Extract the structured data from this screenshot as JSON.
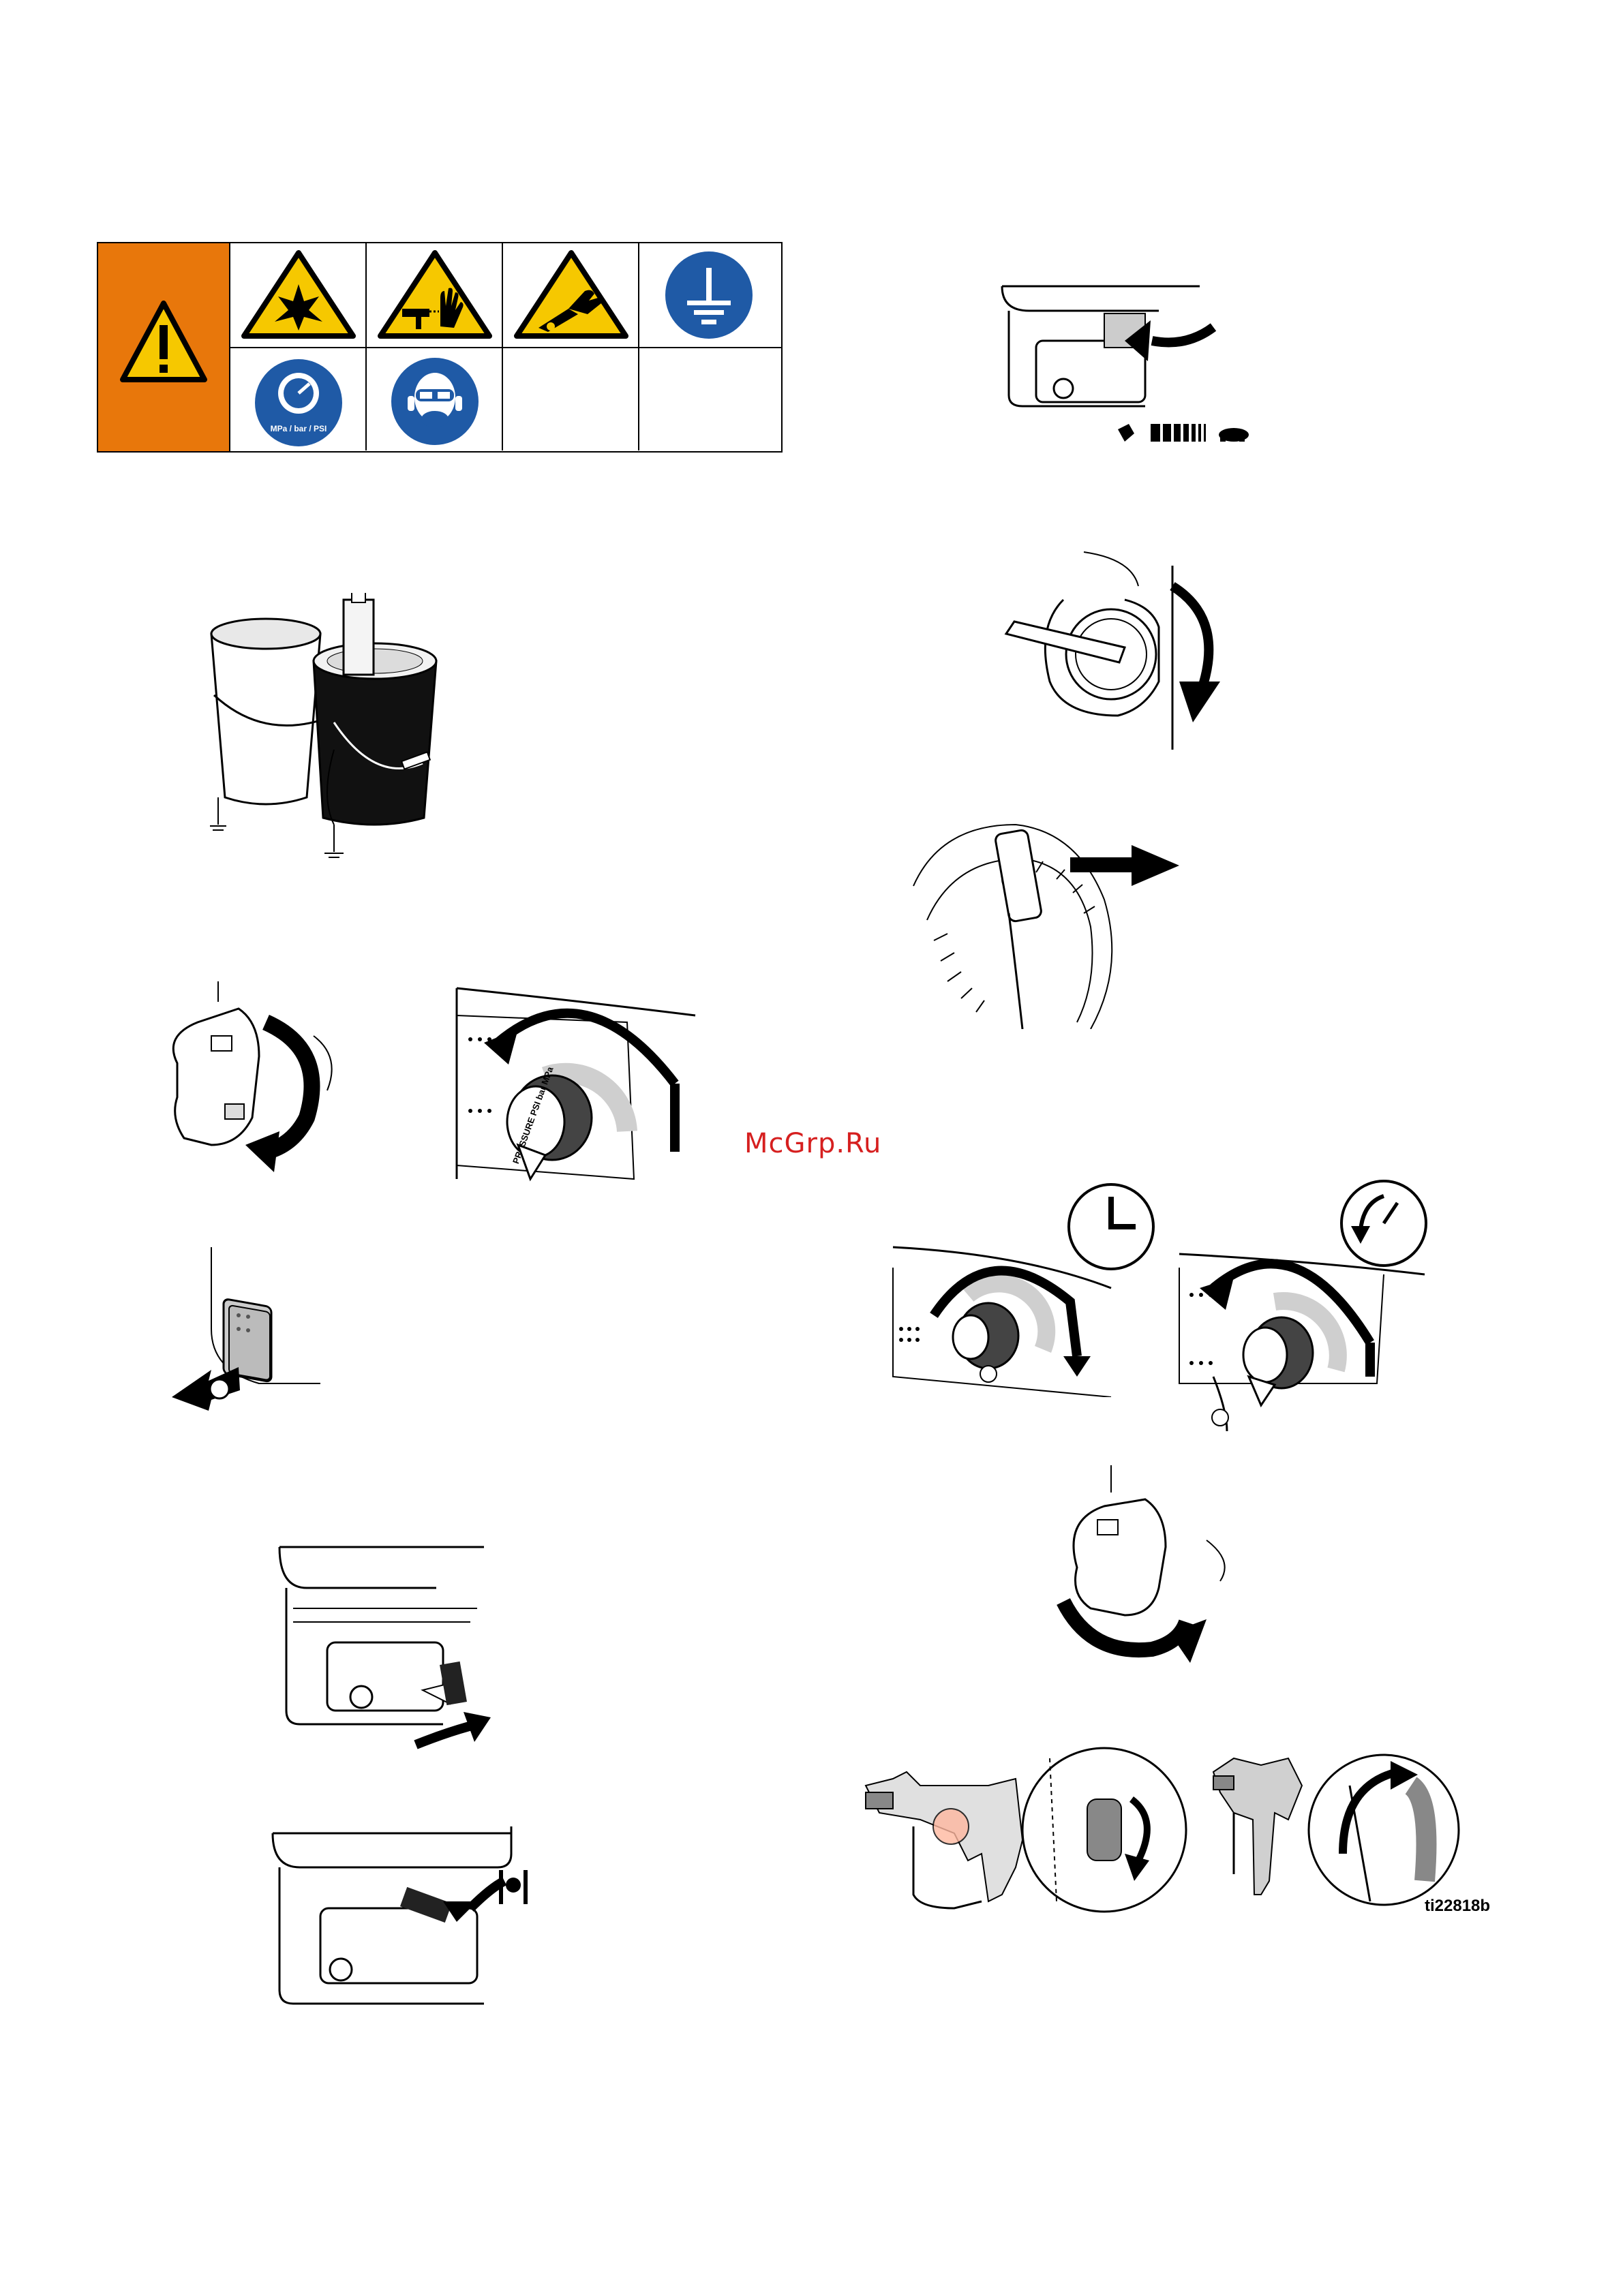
{
  "icons": {
    "warning": "warning-triangle-icon",
    "explosion": "fire-explosion-hazard-icon",
    "injection": "skin-injection-hazard-icon",
    "entanglement": "moving-parts-hazard-icon",
    "ground": "grounding-icon",
    "pressure_relief": "pressure-relief-icon",
    "ppe": "protective-equipment-icon"
  },
  "colors": {
    "warning_orange": "#e8770b",
    "hazard_yellow": "#f6c800",
    "mandatory_blue": "#1f5aa6",
    "watermark_red": "#d61f1f"
  },
  "labels": {
    "pressure_units": "MPa / bar / PSI",
    "knob_text": "PRESSURE PSI bar MPa",
    "watermark": "McGrp.Ru",
    "figure_id": "ti22818b"
  }
}
